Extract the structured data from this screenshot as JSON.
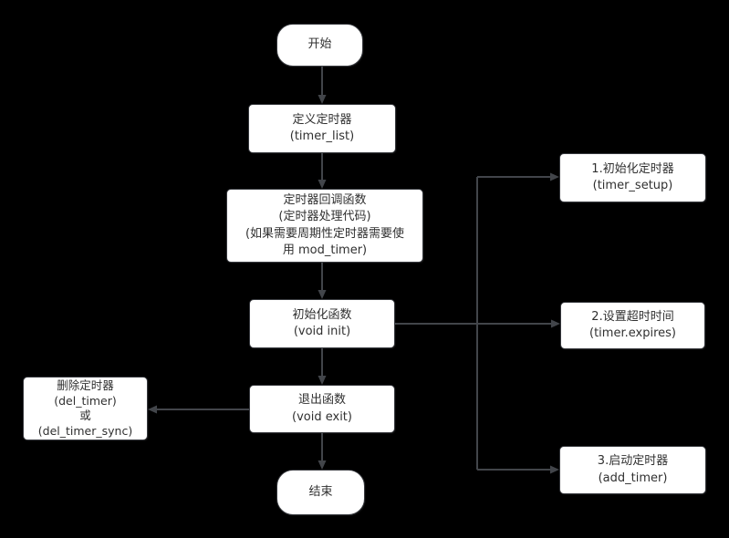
{
  "colors": {
    "background": "#000000",
    "node_fill": "#ffffff",
    "node_border": "#36383d",
    "text": "#303030",
    "arrow": "#42454a"
  },
  "nodes": {
    "start": {
      "shape": "stadium",
      "lines": [
        "开始"
      ]
    },
    "define_timer": {
      "shape": "rect",
      "lines": [
        "定义定时器",
        "(timer_list)"
      ]
    },
    "callback": {
      "shape": "rect",
      "lines": [
        "定时器回调函数",
        "(定时器处理代码)",
        "(如果需要周期性定时器需要使",
        "用 mod_timer)"
      ]
    },
    "init_func": {
      "shape": "rect",
      "lines": [
        "初始化函数",
        "(void init)"
      ]
    },
    "exit_func": {
      "shape": "rect",
      "lines": [
        "退出函数",
        "(void exit)"
      ]
    },
    "end": {
      "shape": "stadium",
      "lines": [
        "结束"
      ]
    },
    "del_timer": {
      "shape": "rect",
      "lines": [
        "删除定时器",
        "(del_timer)",
        "或",
        "(del_timer_sync)"
      ]
    },
    "step1": {
      "shape": "rect",
      "lines": [
        "1.初始化定时器",
        "(timer_setup)"
      ]
    },
    "step2": {
      "shape": "rect",
      "lines": [
        "2.设置超时时间",
        "(timer.expires)"
      ]
    },
    "step3": {
      "shape": "rect",
      "lines": [
        "3.启动定时器",
        "(add_timer)"
      ]
    }
  },
  "edges": [
    {
      "from": "start",
      "to": "define_timer",
      "direction": "down"
    },
    {
      "from": "define_timer",
      "to": "callback",
      "direction": "down"
    },
    {
      "from": "callback",
      "to": "init_func",
      "direction": "down"
    },
    {
      "from": "init_func",
      "to": "exit_func",
      "direction": "down"
    },
    {
      "from": "exit_func",
      "to": "end",
      "direction": "down"
    },
    {
      "from": "exit_func",
      "to": "del_timer",
      "direction": "left"
    },
    {
      "from": "init_func",
      "to": "step1",
      "direction": "right"
    },
    {
      "from": "init_func",
      "to": "step2",
      "direction": "right"
    },
    {
      "from": "init_func",
      "to": "step3",
      "direction": "right"
    }
  ]
}
